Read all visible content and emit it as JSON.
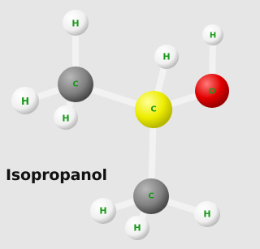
{
  "title": "Isopropanol",
  "atoms": {
    "h_top_left": "H",
    "c_left": "C",
    "h_left": "H",
    "h_left_lower": "H",
    "h_center_top": "H",
    "c_center": "C",
    "h_right_top": "H",
    "o_right": "O",
    "c_bottom": "C",
    "h_bottom_left": "H",
    "h_bottom_right": "H",
    "h_bottom_lower": "H"
  },
  "colors": {
    "background": "#e6e6e6",
    "hydrogen": "#ffffff",
    "carbon": "#808080",
    "center_carbon": "#e8e800",
    "oxygen": "#e00000",
    "bond": "#f2f2f2",
    "label": "#1a9a1a"
  }
}
